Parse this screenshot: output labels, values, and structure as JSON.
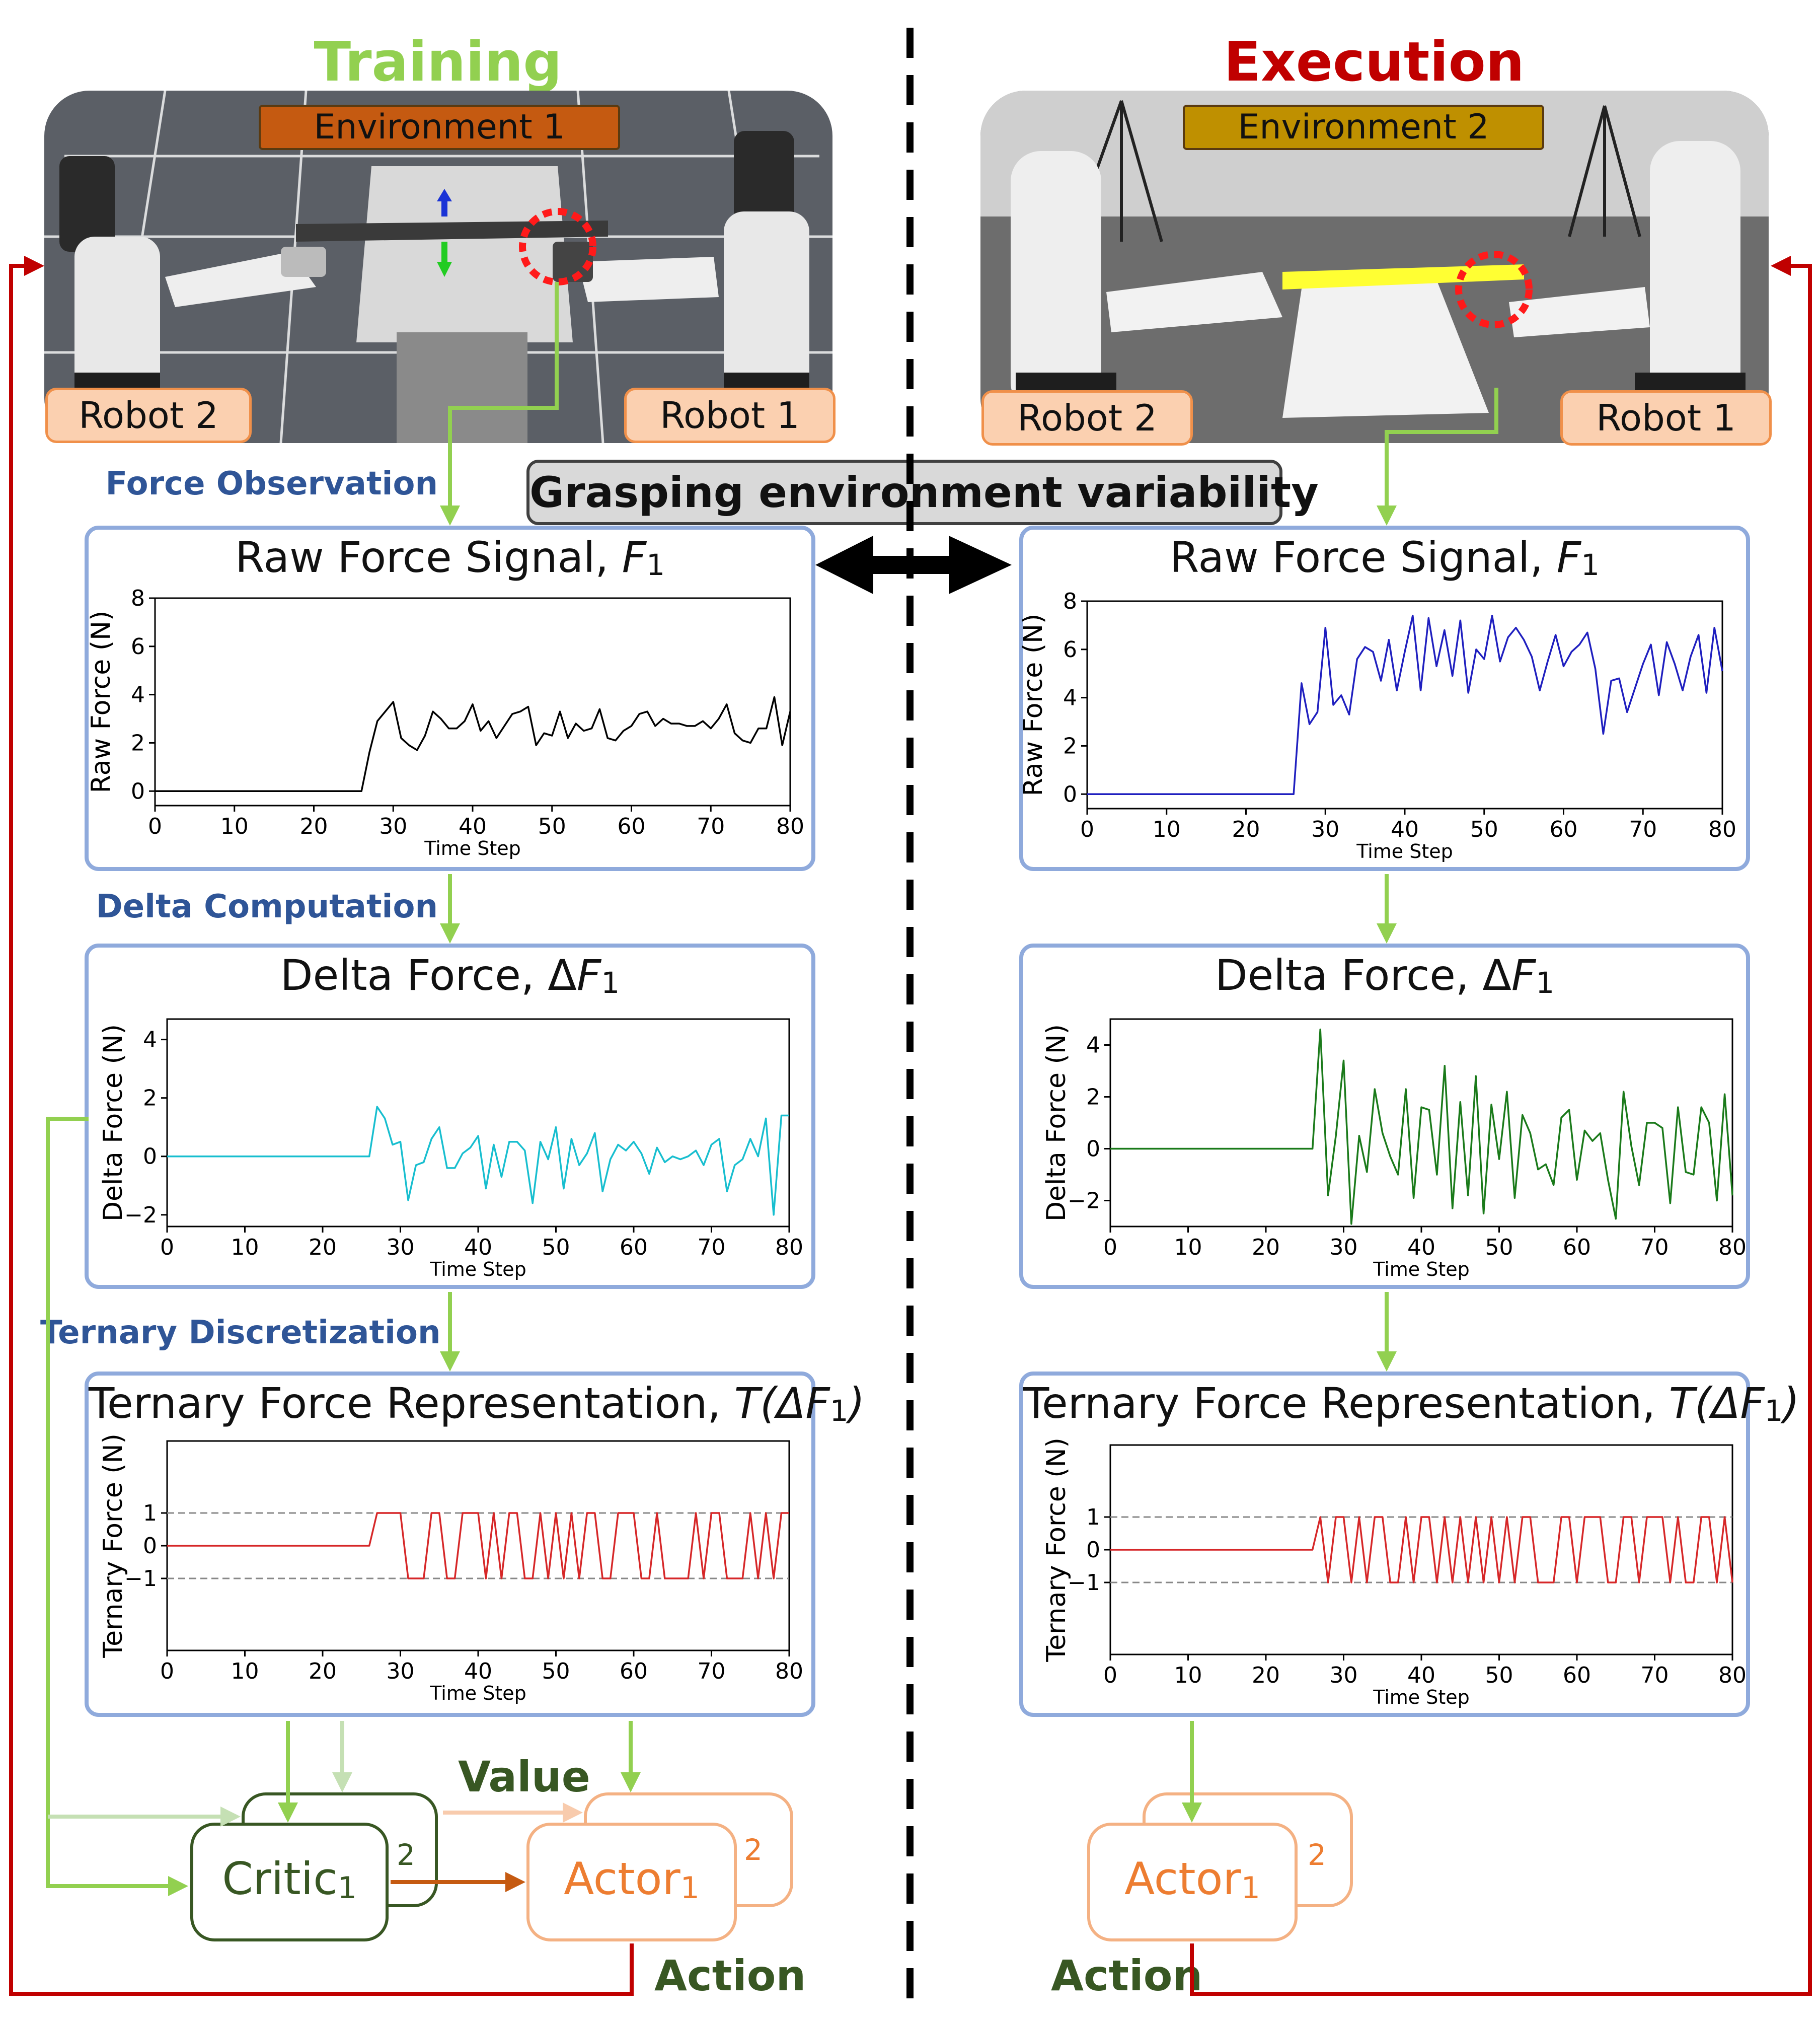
{
  "training": {
    "title": "Training",
    "environment_label": "Environment 1",
    "robot_left": "Robot 2",
    "robot_right": "Robot 1",
    "steps": {
      "force_observation": "Force Observation",
      "delta_computation": "Delta Computation",
      "ternary_discretization": "Ternary Discretization"
    },
    "boxes": {
      "critic_label": "Critic",
      "critic_sub": "1",
      "critic_index": "2",
      "actor_label": "Actor",
      "actor_sub": "1",
      "actor_index": "2",
      "value_label": "Value",
      "action_label": "Action"
    }
  },
  "execution": {
    "title": "Execution",
    "environment_label": "Environment 2",
    "robot_left": "Robot 2",
    "robot_right": "Robot 1",
    "boxes": {
      "actor_label": "Actor",
      "actor_sub": "1",
      "actor_index": "2",
      "action_label": "Action"
    }
  },
  "center_label": "Grasping environment variability",
  "panel_titles": {
    "raw": {
      "text": "Raw Force Signal, ",
      "var": "F",
      "sub": "1",
      "pre": "",
      "post": ""
    },
    "delta": {
      "text": "Delta Force, ",
      "var": "F",
      "sub": "1",
      "pre": "Δ",
      "post": ""
    },
    "ternary": {
      "text": "Ternary Force Representation, ",
      "var": "T(",
      "sub": "1",
      "pre": "ΔF",
      "post": ")"
    }
  },
  "colors": {
    "training_title": "#92d050",
    "execution_title": "#c00000",
    "env1_fill": "#c55a11",
    "env2_fill": "#bf9000",
    "panel_border": "#8faadc",
    "green_arrow": "#92d050",
    "red_loop": "#c00000",
    "critic_border": "#385723",
    "actor_border": "#f4b183",
    "actor_text": "#ed7d31"
  },
  "chart_data": [
    {
      "id": "train-raw",
      "type": "line",
      "title": "Raw Force Signal, F1",
      "xlabel": "Time Step",
      "ylabel": "Raw Force (N)",
      "xlim": [
        0,
        80
      ],
      "ylim": [
        -0.6,
        8.0
      ],
      "xticks": [
        0,
        10,
        20,
        30,
        40,
        50,
        60,
        70,
        80
      ],
      "yticks": [
        0,
        2,
        4,
        6,
        8
      ],
      "color": "#000000",
      "x": [
        0,
        26,
        27,
        28,
        30,
        31,
        32,
        33,
        34,
        35,
        36,
        37,
        38,
        39,
        40,
        41,
        42,
        43,
        44,
        45,
        46,
        47,
        48,
        49,
        50,
        51,
        52,
        53,
        54,
        55,
        56,
        57,
        58,
        59,
        60,
        61,
        62,
        63,
        64,
        65,
        66,
        67,
        68,
        69,
        70,
        71,
        72,
        73,
        74,
        75,
        76,
        77,
        78,
        79,
        80
      ],
      "y": [
        0,
        0,
        1.6,
        2.9,
        3.7,
        2.2,
        1.9,
        1.7,
        2.3,
        3.3,
        3.0,
        2.6,
        2.6,
        2.9,
        3.6,
        2.5,
        2.9,
        2.2,
        2.7,
        3.2,
        3.3,
        3.5,
        1.9,
        2.4,
        2.3,
        3.3,
        2.2,
        2.8,
        2.5,
        2.6,
        3.4,
        2.2,
        2.1,
        2.5,
        2.7,
        3.2,
        3.3,
        2.7,
        3.0,
        2.8,
        2.8,
        2.7,
        2.7,
        2.9,
        2.6,
        3.0,
        3.6,
        2.4,
        2.1,
        2.0,
        2.6,
        2.6,
        3.9,
        1.9,
        3.3
      ]
    },
    {
      "id": "exec-raw",
      "type": "line",
      "title": "Raw Force Signal, F1",
      "xlabel": "Time Step",
      "ylabel": "Raw Force (N)",
      "xlim": [
        0,
        80
      ],
      "ylim": [
        -0.6,
        8.0
      ],
      "xticks": [
        0,
        10,
        20,
        30,
        40,
        50,
        60,
        70,
        80
      ],
      "yticks": [
        0,
        2,
        4,
        6,
        8
      ],
      "color": "#1f1fbf",
      "x": [
        0,
        26,
        27,
        28,
        29,
        30,
        31,
        32,
        33,
        34,
        35,
        36,
        37,
        38,
        39,
        40,
        41,
        42,
        43,
        44,
        45,
        46,
        47,
        48,
        49,
        50,
        51,
        52,
        53,
        54,
        55,
        56,
        57,
        58,
        59,
        60,
        61,
        62,
        63,
        64,
        65,
        66,
        67,
        68,
        69,
        70,
        71,
        72,
        73,
        74,
        75,
        76,
        77,
        78,
        79,
        80
      ],
      "y": [
        0,
        0,
        4.6,
        2.9,
        3.4,
        6.9,
        3.7,
        4.1,
        3.3,
        5.6,
        6.1,
        5.9,
        4.7,
        6.4,
        4.3,
        5.9,
        7.4,
        4.3,
        7.3,
        5.3,
        6.8,
        4.9,
        7.2,
        4.2,
        6.0,
        5.6,
        7.4,
        5.5,
        6.5,
        6.9,
        6.4,
        5.7,
        4.3,
        5.5,
        6.6,
        5.3,
        5.9,
        6.2,
        6.7,
        5.2,
        2.5,
        4.7,
        4.8,
        3.4,
        4.4,
        5.4,
        6.2,
        4.1,
        6.3,
        5.4,
        4.3,
        5.7,
        6.6,
        4.2,
        6.9,
        5.1
      ]
    },
    {
      "id": "train-delta",
      "type": "line",
      "title": "Delta Force, ΔF1",
      "xlabel": "Time Step",
      "ylabel": "Delta Force (N)",
      "xlim": [
        0,
        80
      ],
      "ylim": [
        -2.4,
        4.7
      ],
      "xticks": [
        0,
        10,
        20,
        30,
        40,
        50,
        60,
        70,
        80
      ],
      "yticks": [
        -2,
        0,
        2,
        4
      ],
      "color": "#17becf",
      "x": [
        0,
        26,
        27,
        28,
        29,
        30,
        31,
        32,
        33,
        34,
        35,
        36,
        37,
        38,
        39,
        40,
        41,
        42,
        43,
        44,
        45,
        46,
        47,
        48,
        49,
        50,
        51,
        52,
        53,
        54,
        55,
        56,
        57,
        58,
        59,
        60,
        61,
        62,
        63,
        64,
        65,
        66,
        67,
        68,
        69,
        70,
        71,
        72,
        73,
        74,
        75,
        76,
        77,
        78,
        79,
        80
      ],
      "y": [
        0,
        0,
        1.7,
        1.3,
        0.4,
        0.5,
        -1.5,
        -0.3,
        -0.2,
        0.6,
        1.0,
        -0.4,
        -0.4,
        0.1,
        0.3,
        0.7,
        -1.1,
        0.4,
        -0.7,
        0.5,
        0.5,
        0.2,
        -1.6,
        0.5,
        -0.1,
        1.0,
        -1.1,
        0.6,
        -0.3,
        0.1,
        0.8,
        -1.2,
        -0.1,
        0.4,
        0.2,
        0.5,
        0.1,
        -0.6,
        0.3,
        -0.2,
        0.0,
        -0.1,
        0.0,
        0.2,
        -0.3,
        0.4,
        0.6,
        -1.2,
        -0.3,
        -0.1,
        0.6,
        0.0,
        1.3,
        -2.0,
        1.4,
        1.4
      ]
    },
    {
      "id": "exec-delta",
      "type": "line",
      "title": "Delta Force, ΔF1",
      "xlabel": "Time Step",
      "ylabel": "Delta Force (N)",
      "xlim": [
        0,
        80
      ],
      "ylim": [
        -3.0,
        5.0
      ],
      "xticks": [
        0,
        10,
        20,
        30,
        40,
        50,
        60,
        70,
        80
      ],
      "yticks": [
        -2,
        0,
        2,
        4
      ],
      "color": "#1a7a1a",
      "x": [
        0,
        26,
        27,
        28,
        29,
        30,
        31,
        32,
        33,
        34,
        35,
        36,
        37,
        38,
        39,
        40,
        41,
        42,
        43,
        44,
        45,
        46,
        47,
        48,
        49,
        50,
        51,
        52,
        53,
        54,
        55,
        56,
        57,
        58,
        59,
        60,
        61,
        62,
        63,
        64,
        65,
        66,
        67,
        68,
        69,
        70,
        71,
        72,
        73,
        74,
        75,
        76,
        77,
        78,
        79,
        80
      ],
      "y": [
        0,
        0,
        4.6,
        -1.8,
        0.5,
        3.4,
        -2.9,
        0.5,
        -0.9,
        2.3,
        0.6,
        -0.3,
        -1.0,
        2.3,
        -1.9,
        1.6,
        1.5,
        -1.0,
        3.2,
        -2.3,
        1.8,
        -1.8,
        2.8,
        -2.5,
        1.7,
        -0.4,
        2.2,
        -1.9,
        1.3,
        0.6,
        -0.8,
        -0.6,
        -1.4,
        1.2,
        1.5,
        -1.2,
        0.7,
        0.3,
        0.6,
        -1.2,
        -2.7,
        2.2,
        0.1,
        -1.4,
        1.0,
        1.0,
        0.8,
        -2.1,
        1.6,
        -0.9,
        -1.0,
        1.6,
        1.0,
        -2.0,
        2.1,
        -1.8
      ]
    },
    {
      "id": "train-ternary",
      "type": "line",
      "title": "Ternary Force Representation, T(ΔF1)",
      "xlabel": "Time Step",
      "ylabel": "Ternary Force (N)",
      "xlim": [
        0,
        80
      ],
      "ylim": [
        -3.2,
        3.2
      ],
      "xticks": [
        0,
        10,
        20,
        30,
        40,
        50,
        60,
        70,
        80
      ],
      "yticks": [
        -1,
        0,
        1
      ],
      "ytick_labels": [
        "−1",
        "0",
        "1"
      ],
      "hlines": [
        1,
        -1
      ],
      "color": "#d62728",
      "x": [
        0,
        26,
        27,
        28,
        29,
        30,
        31,
        32,
        33,
        34,
        35,
        36,
        37,
        38,
        39,
        40,
        41,
        42,
        43,
        44,
        45,
        46,
        47,
        48,
        49,
        50,
        51,
        52,
        53,
        54,
        55,
        56,
        57,
        58,
        59,
        60,
        61,
        62,
        63,
        64,
        65,
        66,
        67,
        68,
        69,
        70,
        71,
        72,
        73,
        74,
        75,
        76,
        77,
        78,
        79,
        80
      ],
      "y": [
        0,
        0,
        1,
        1,
        1,
        1,
        -1,
        -1,
        -1,
        1,
        1,
        -1,
        -1,
        1,
        1,
        1,
        -1,
        1,
        -1,
        1,
        1,
        -1,
        -1,
        1,
        -1,
        1,
        -1,
        1,
        -1,
        1,
        1,
        -1,
        -1,
        1,
        1,
        1,
        -1,
        -1,
        1,
        -1,
        -1,
        -1,
        -1,
        1,
        -1,
        1,
        1,
        -1,
        -1,
        -1,
        1,
        -1,
        1,
        -1,
        1,
        1
      ]
    },
    {
      "id": "exec-ternary",
      "type": "line",
      "title": "Ternary Force Representation, T(ΔF1)",
      "xlabel": "Time Step",
      "ylabel": "Ternary Force (N)",
      "xlim": [
        0,
        80
      ],
      "ylim": [
        -3.2,
        3.2
      ],
      "xticks": [
        0,
        10,
        20,
        30,
        40,
        50,
        60,
        70,
        80
      ],
      "yticks": [
        -1,
        0,
        1
      ],
      "ytick_labels": [
        "−1",
        "0",
        "1"
      ],
      "hlines": [
        1,
        -1
      ],
      "color": "#d62728",
      "x": [
        0,
        26,
        27,
        28,
        29,
        30,
        31,
        32,
        33,
        34,
        35,
        36,
        37,
        38,
        39,
        40,
        41,
        42,
        43,
        44,
        45,
        46,
        47,
        48,
        49,
        50,
        51,
        52,
        53,
        54,
        55,
        56,
        57,
        58,
        59,
        60,
        61,
        62,
        63,
        64,
        65,
        66,
        67,
        68,
        69,
        70,
        71,
        72,
        73,
        74,
        75,
        76,
        77,
        78,
        79,
        80
      ],
      "y": [
        0,
        0,
        1,
        -1,
        1,
        1,
        -1,
        1,
        -1,
        1,
        1,
        -1,
        -1,
        1,
        -1,
        1,
        1,
        -1,
        1,
        -1,
        1,
        -1,
        1,
        -1,
        1,
        -1,
        1,
        -1,
        1,
        1,
        -1,
        -1,
        -1,
        1,
        1,
        -1,
        1,
        1,
        1,
        -1,
        -1,
        1,
        1,
        -1,
        1,
        1,
        1,
        -1,
        1,
        -1,
        -1,
        1,
        1,
        -1,
        1,
        -1
      ]
    }
  ]
}
